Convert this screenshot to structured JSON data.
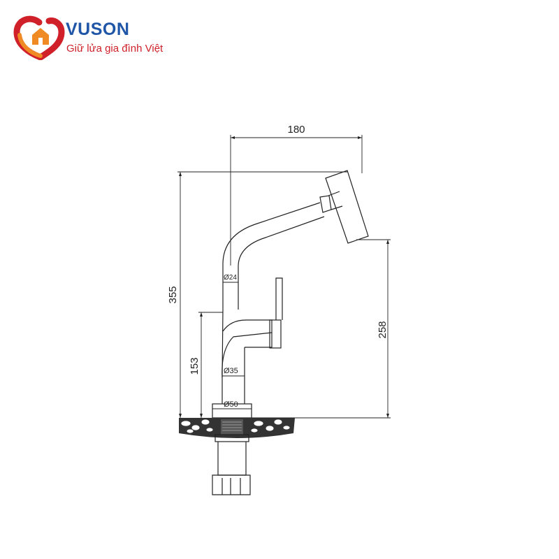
{
  "brand": {
    "name": "VUSON",
    "tagline": "Giữ lửa gia đình Việt",
    "colors": {
      "blue": "#1f56a8",
      "red": "#d0202a",
      "orange": "#f08a24"
    }
  },
  "dimensions": {
    "reach": "180",
    "total_height": "355",
    "spout_height": "258",
    "body_height": "153",
    "spout_diameter": "Ø24",
    "body_diameter": "Ø35",
    "base_diameter": "Ø50"
  }
}
